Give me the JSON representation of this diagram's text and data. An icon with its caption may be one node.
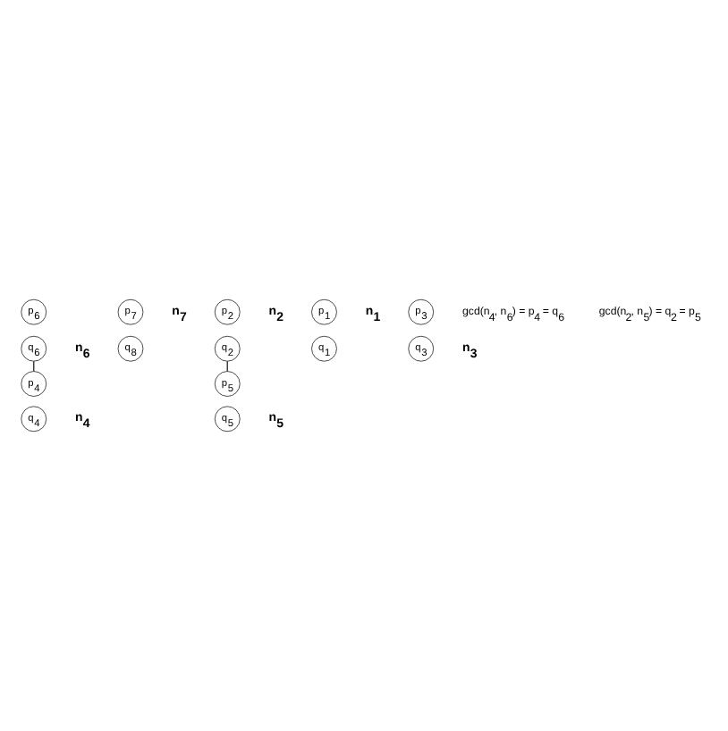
{
  "diagram": {
    "nodes": [
      {
        "text": [
          "p$_{6}$"
        ]
      },
      {
        "text": [
          "q$_{6}$"
        ],
        "beside": [
          "**n$_{6}$**"
        ]
      },
      {
        "text": [
          "p$_{7}$"
        ],
        "beside": [
          "**n$_{7}$**"
        ]
      },
      {
        "text": [
          "q$_{8}$"
        ]
      },
      {
        "text": [
          "p$_{4}$"
        ]
      },
      {
        "text": [
          "q$_{4}$"
        ],
        "beside": [
          "**n$_{4}$**"
        ]
      },
      {
        "text": [
          "p$_{2}$"
        ],
        "beside": [
          "**n$_{2}$**"
        ]
      },
      {
        "text": [
          "q$_{2}$"
        ]
      },
      {
        "text": [
          "p$_{1}$"
        ],
        "beside": [
          "**n$_{1}$**"
        ]
      },
      {
        "text": [
          "q$_{1}$"
        ]
      },
      {
        "text": [
          "p$_{3}$"
        ]
      },
      {
        "text": [
          "q$_{3}$"
        ],
        "beside": [
          "**n$_{3}$**"
        ]
      },
      {
        "text": [
          "p$_{5}$"
        ]
      },
      {
        "text": [
          "q$_{5}$"
        ],
        "beside": [
          "**n$_{5}$**"
        ]
      }
    ],
    "edges": [
      {
        "from": 1,
        "to": 4,
        "arrow": "none"
      },
      {
        "from": 7,
        "to": 12,
        "arrow": "none"
      }
    ],
    "labels": [
      "gcd(n$_{4}$, n$_{6}$) = p$_{4}$ = q$_{6}$",
      "gcd(n$_{2}$, n$_{5}$) = q$_{2}$ = p$_{5}$"
    ]
  }
}
